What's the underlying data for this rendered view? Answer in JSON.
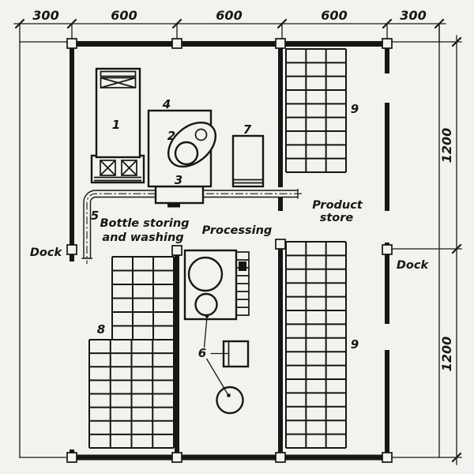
{
  "colors": {
    "ink": "#161616",
    "paper": "#f4f2ee"
  },
  "dimensions": {
    "top": [
      "300",
      "600",
      "600",
      "600",
      "300"
    ],
    "right": [
      "1200",
      "1200"
    ]
  },
  "rooms": {
    "bottle_line1": "Bottle storing",
    "bottle_line2": "and washing",
    "processing": "Processing",
    "product_line1": "Product",
    "product_line2": "store",
    "dock_left": "Dock",
    "dock_right": "Dock"
  },
  "callouts": {
    "n1": "1",
    "n2": "2",
    "n3": "3",
    "n4": "4",
    "n5": "5",
    "n6": "6",
    "n7": "7",
    "n8": "8",
    "n9a": "9",
    "n9b": "9"
  }
}
